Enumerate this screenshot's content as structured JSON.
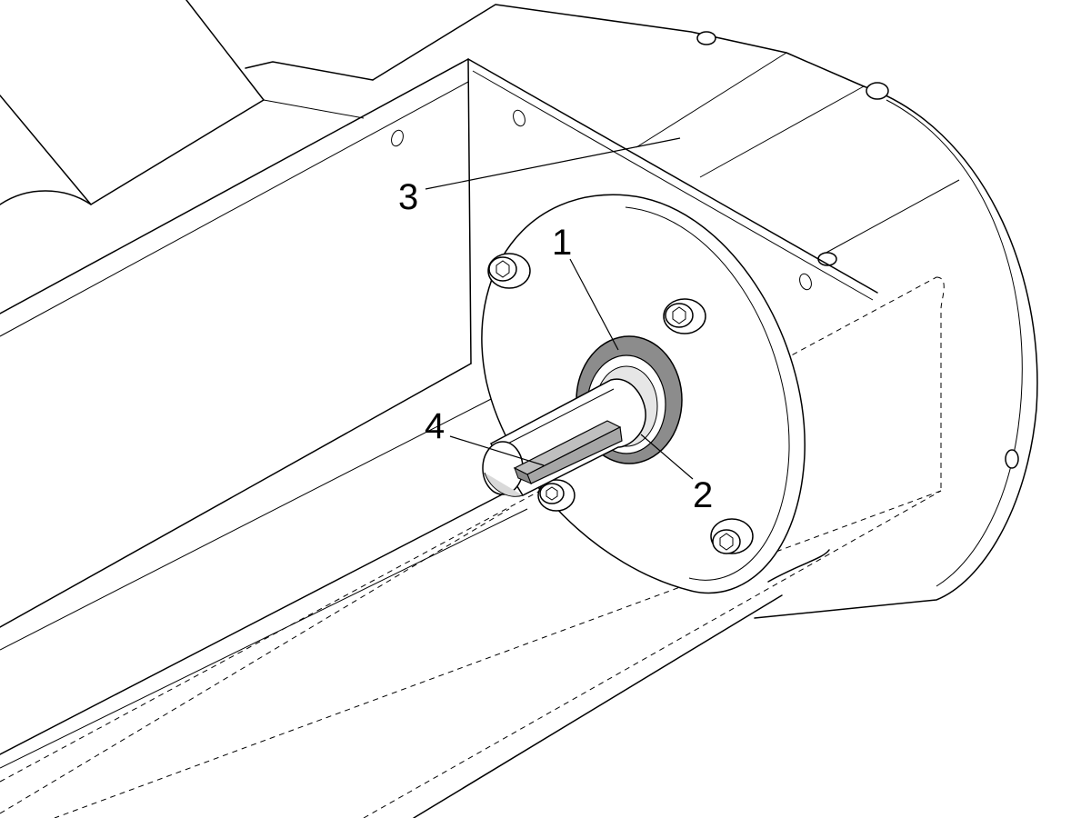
{
  "diagram": {
    "callouts": [
      {
        "id": "1",
        "label": "1"
      },
      {
        "id": "2",
        "label": "2"
      },
      {
        "id": "3",
        "label": "3"
      },
      {
        "id": "4",
        "label": "4"
      }
    ],
    "colors": {
      "line": "#000000",
      "background": "#ffffff",
      "seal_fill": "#8c8c8c",
      "key_fill": "#a6a6a6",
      "shaft_shadow": "#d9d9d9"
    }
  }
}
